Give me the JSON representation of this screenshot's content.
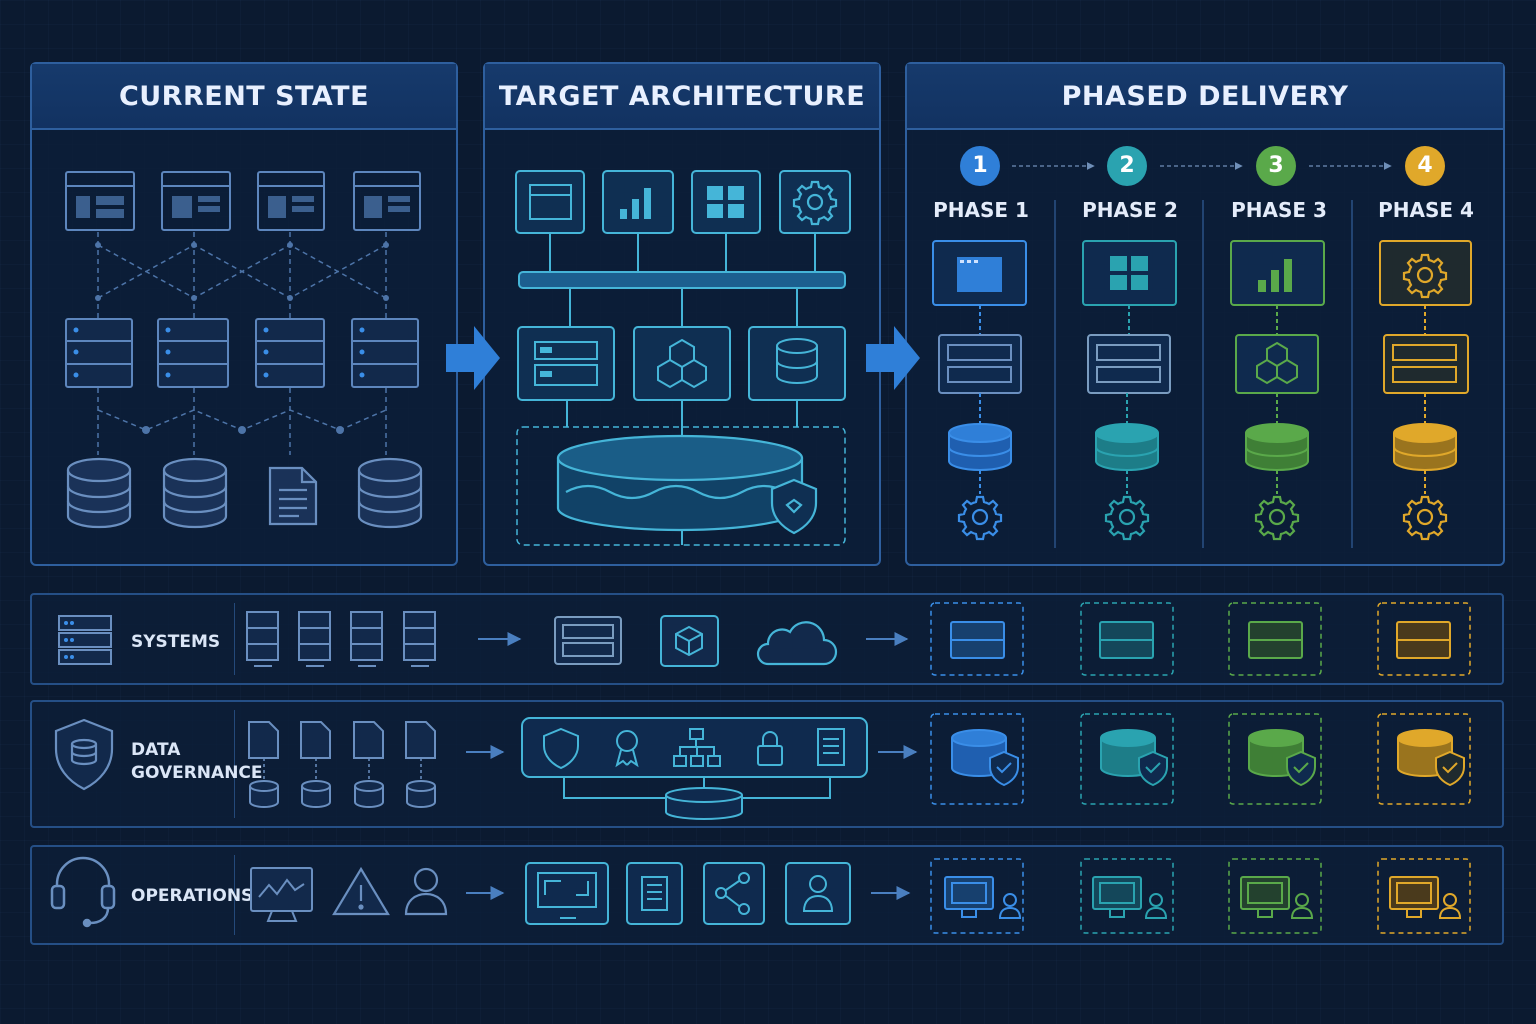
{
  "panels": {
    "current_state": {
      "title": "CURRENT STATE"
    },
    "target_architecture": {
      "title": "TARGET ARCHITECTURE"
    },
    "phased_delivery": {
      "title": "PHASED DELIVERY"
    }
  },
  "phases": [
    {
      "number": "1",
      "label": "PHASE 1",
      "color": "#2f7fd8"
    },
    {
      "number": "2",
      "label": "PHASE 2",
      "color": "#2aa3b0"
    },
    {
      "number": "3",
      "label": "PHASE 3",
      "color": "#5aa94a"
    },
    {
      "number": "4",
      "label": "PHASE 4",
      "color": "#e0a82a"
    }
  ],
  "lanes": {
    "systems": {
      "label": "SYSTEMS",
      "icon": "server-stack-icon"
    },
    "data_governance": {
      "label_line1": "DATA",
      "label_line2": "GOVERNANCE",
      "icon": "shield-database-icon"
    },
    "operations": {
      "label": "OPERATIONS",
      "icon": "headset-icon"
    }
  },
  "colors": {
    "accent_blue": "#3a8ee8",
    "line": "#3f6fa8",
    "teal": "#45b5d8"
  }
}
